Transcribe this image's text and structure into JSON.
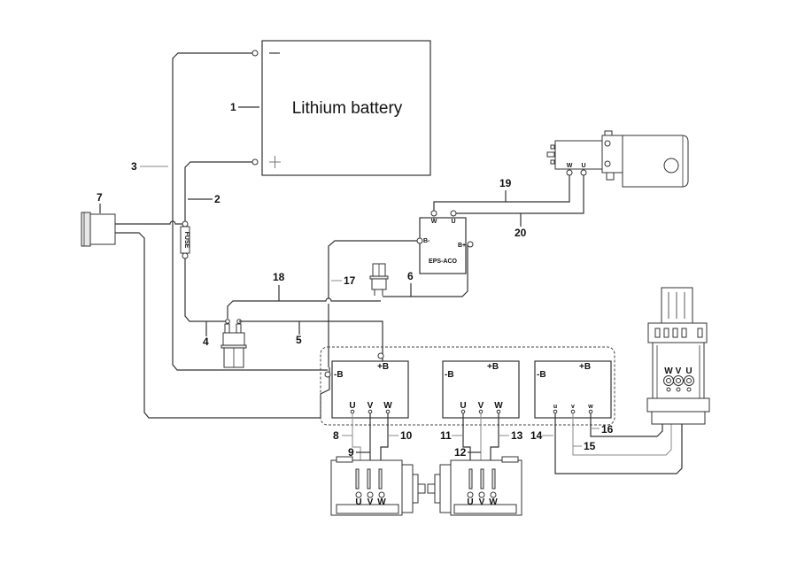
{
  "battery": {
    "title": "Lithium battery",
    "neg": "—",
    "pos": "+"
  },
  "fuse": {
    "label": "FUSE"
  },
  "eps": {
    "label": "EPS-ACO",
    "bneg": "B-",
    "bpos": "B+",
    "w": "W",
    "u": "U"
  },
  "pump": {
    "w": "W",
    "u": "U"
  },
  "controllers": [
    {
      "bpos": "+B",
      "bneg": "-B",
      "u": "U",
      "v": "V",
      "w": "W"
    },
    {
      "bpos": "+B",
      "bneg": "-B",
      "u": "U",
      "v": "V",
      "w": "W"
    },
    {
      "bpos": "+B",
      "bneg": "-B",
      "u": "u",
      "v": "v",
      "w": "w"
    }
  ],
  "motors": [
    {
      "u": "U",
      "v": "V",
      "w": "W"
    },
    {
      "u": "U",
      "v": "V",
      "w": "W"
    }
  ],
  "steer_motor": {
    "w": "W",
    "v": "V",
    "u": "U"
  },
  "callouts": {
    "n1": "1",
    "n2": "2",
    "n3": "3",
    "n4": "4",
    "n5": "5",
    "n6": "6",
    "n7": "7",
    "n8": "8",
    "n9": "9",
    "n10": "10",
    "n11": "11",
    "n12": "12",
    "n13": "13",
    "n14": "14",
    "n15": "15",
    "n16": "16",
    "n17": "17",
    "n18": "18",
    "n19": "19",
    "n20": "20"
  }
}
